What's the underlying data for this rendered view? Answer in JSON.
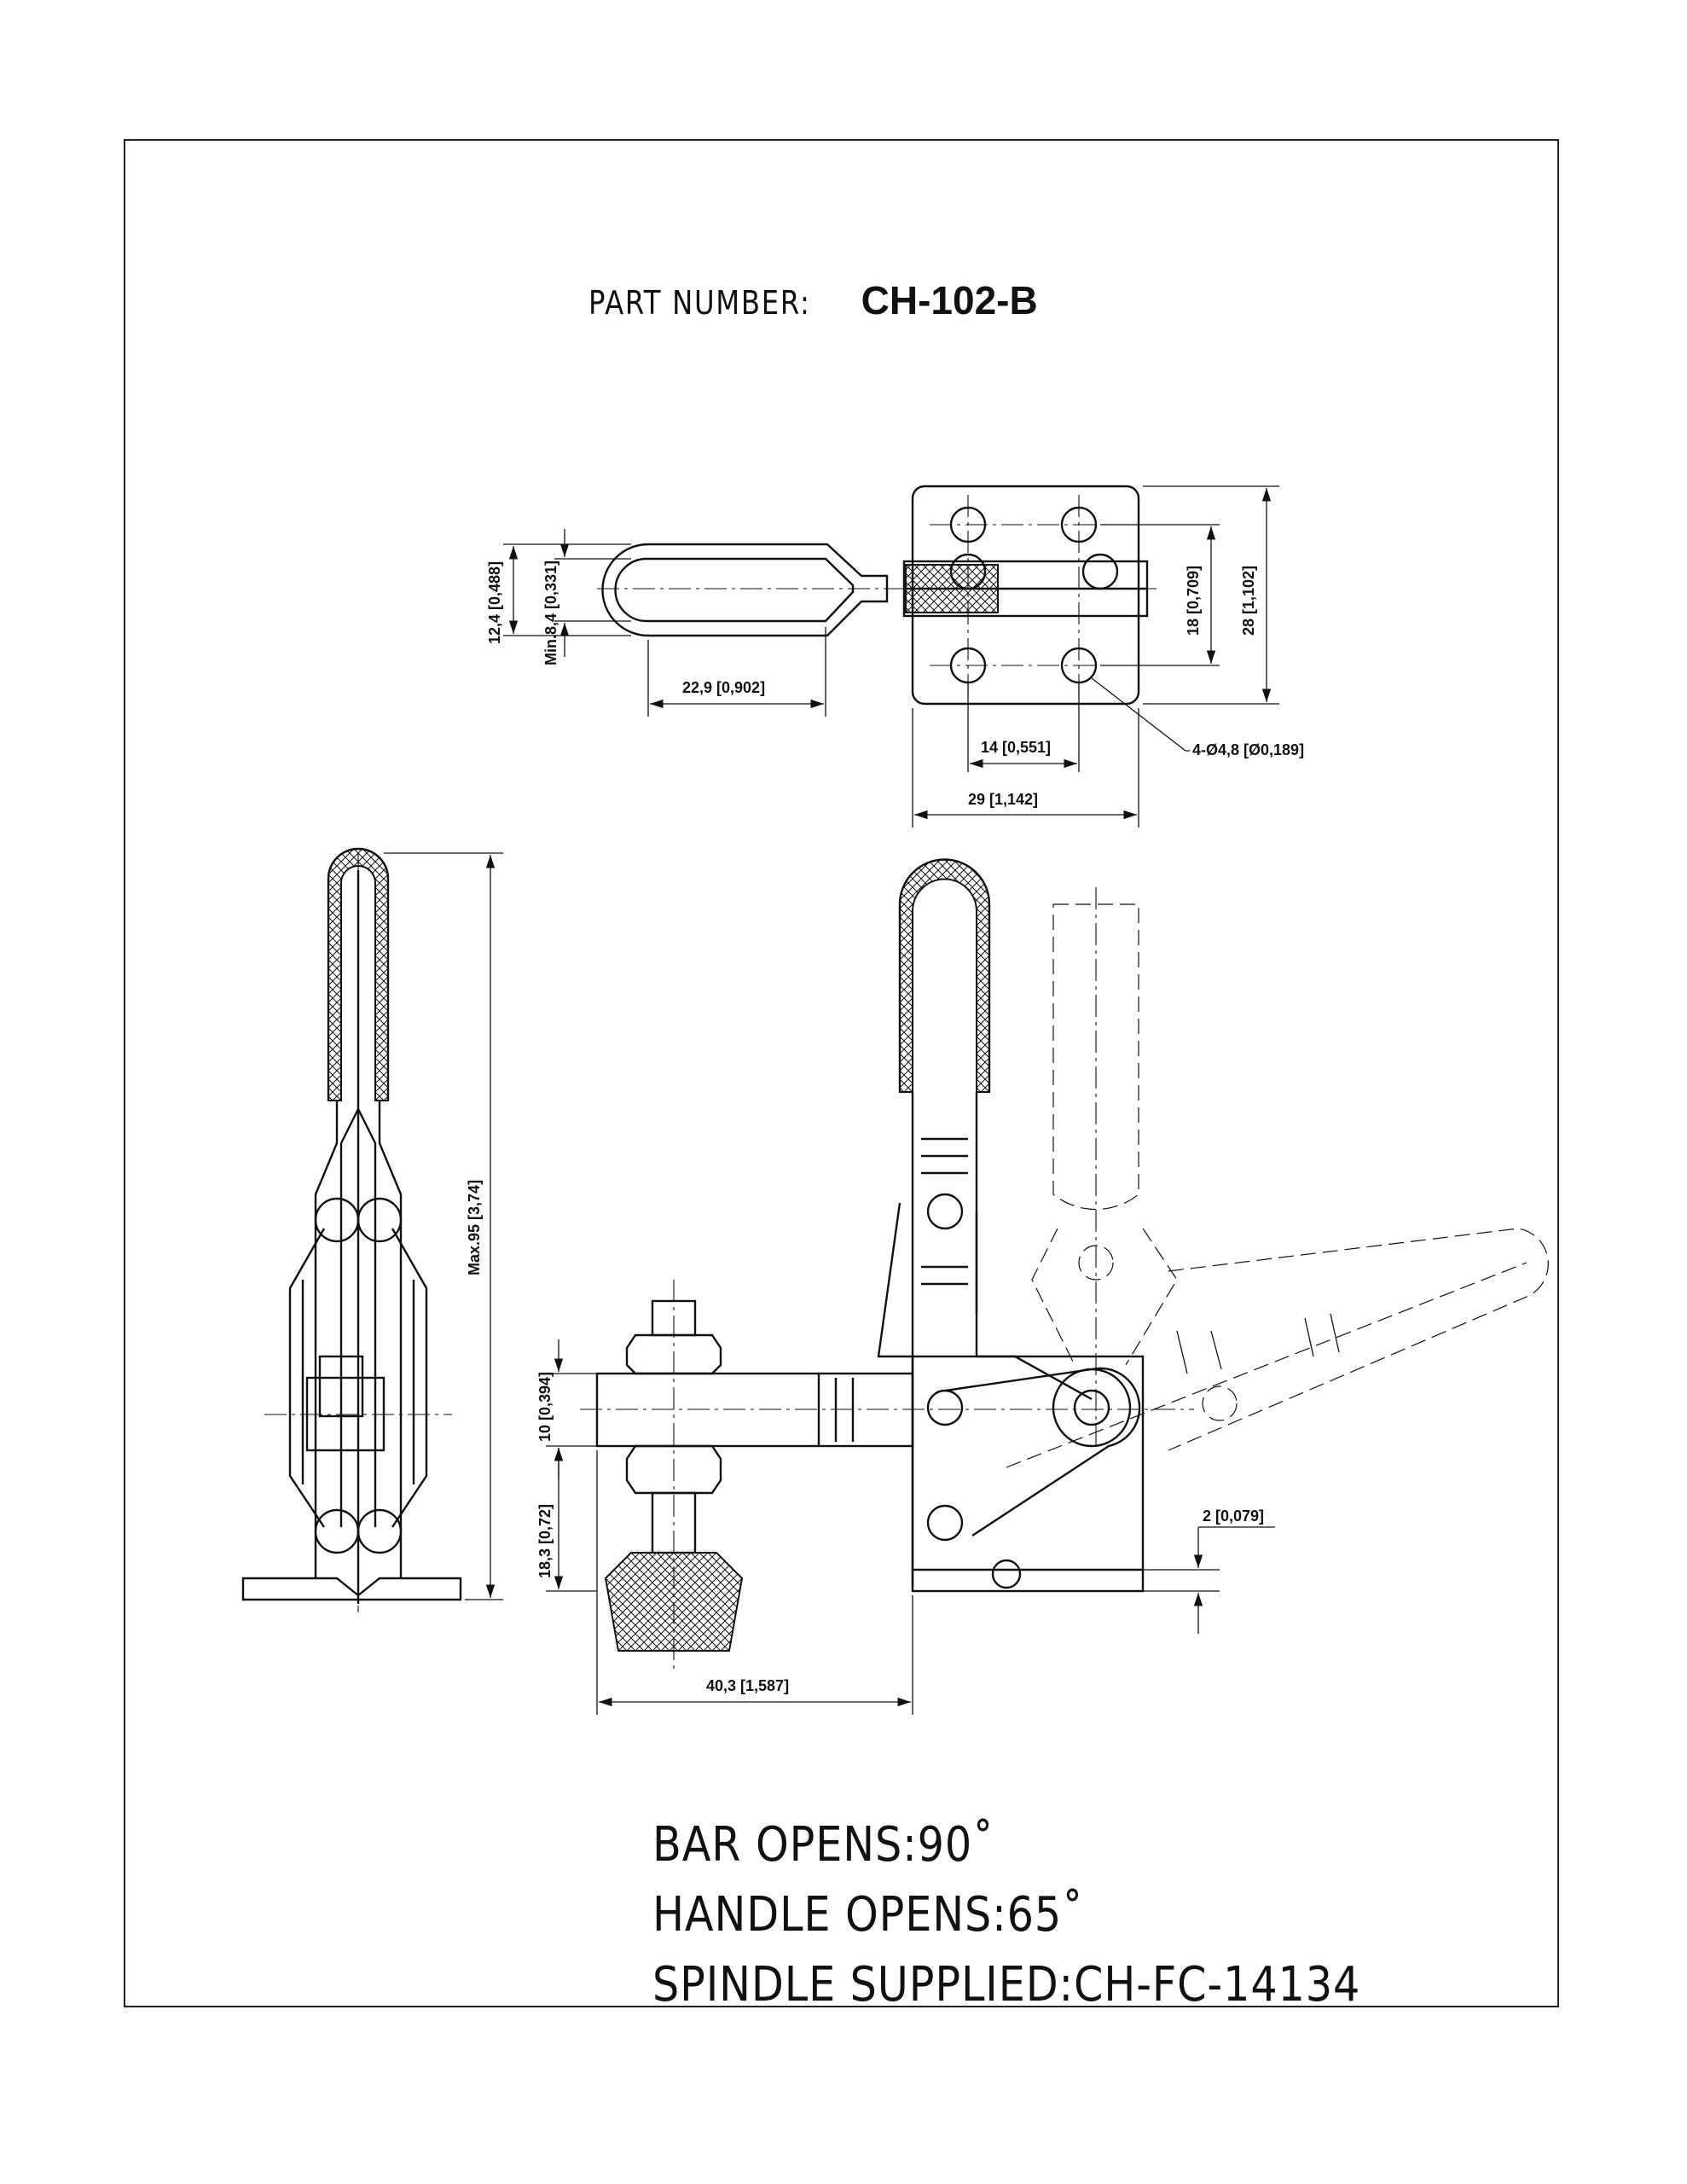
{
  "part_number": {
    "label": "PART NUMBER:",
    "value": "CH-102-B"
  },
  "dimensions": {
    "top_handle_height": "12,4 [0,488]",
    "top_slot_min": "Min.8,4 [0,331]",
    "top_handle_length": "22,9 [0,902]",
    "base_hole_spacing_x": "14 [0,551]",
    "base_width": "29 [1,142]",
    "base_hole_spacing_y": "18 [0,709]",
    "base_height": "28 [1,102]",
    "base_holes": "4-Ø4,8 [Ø0,189]",
    "max_height": "Max.95 [3,74]",
    "bar_thickness": "10 [0,394]",
    "spindle_drop": "18,3 [0,72]",
    "bar_reach": "40,3 [1,587]",
    "base_offset": "2 [0,079]"
  },
  "notes": [
    "BAR OPENS:90˚",
    "HANDLE OPENS:65˚",
    "SPINDLE SUPPLIED:CH-FC-14134"
  ]
}
